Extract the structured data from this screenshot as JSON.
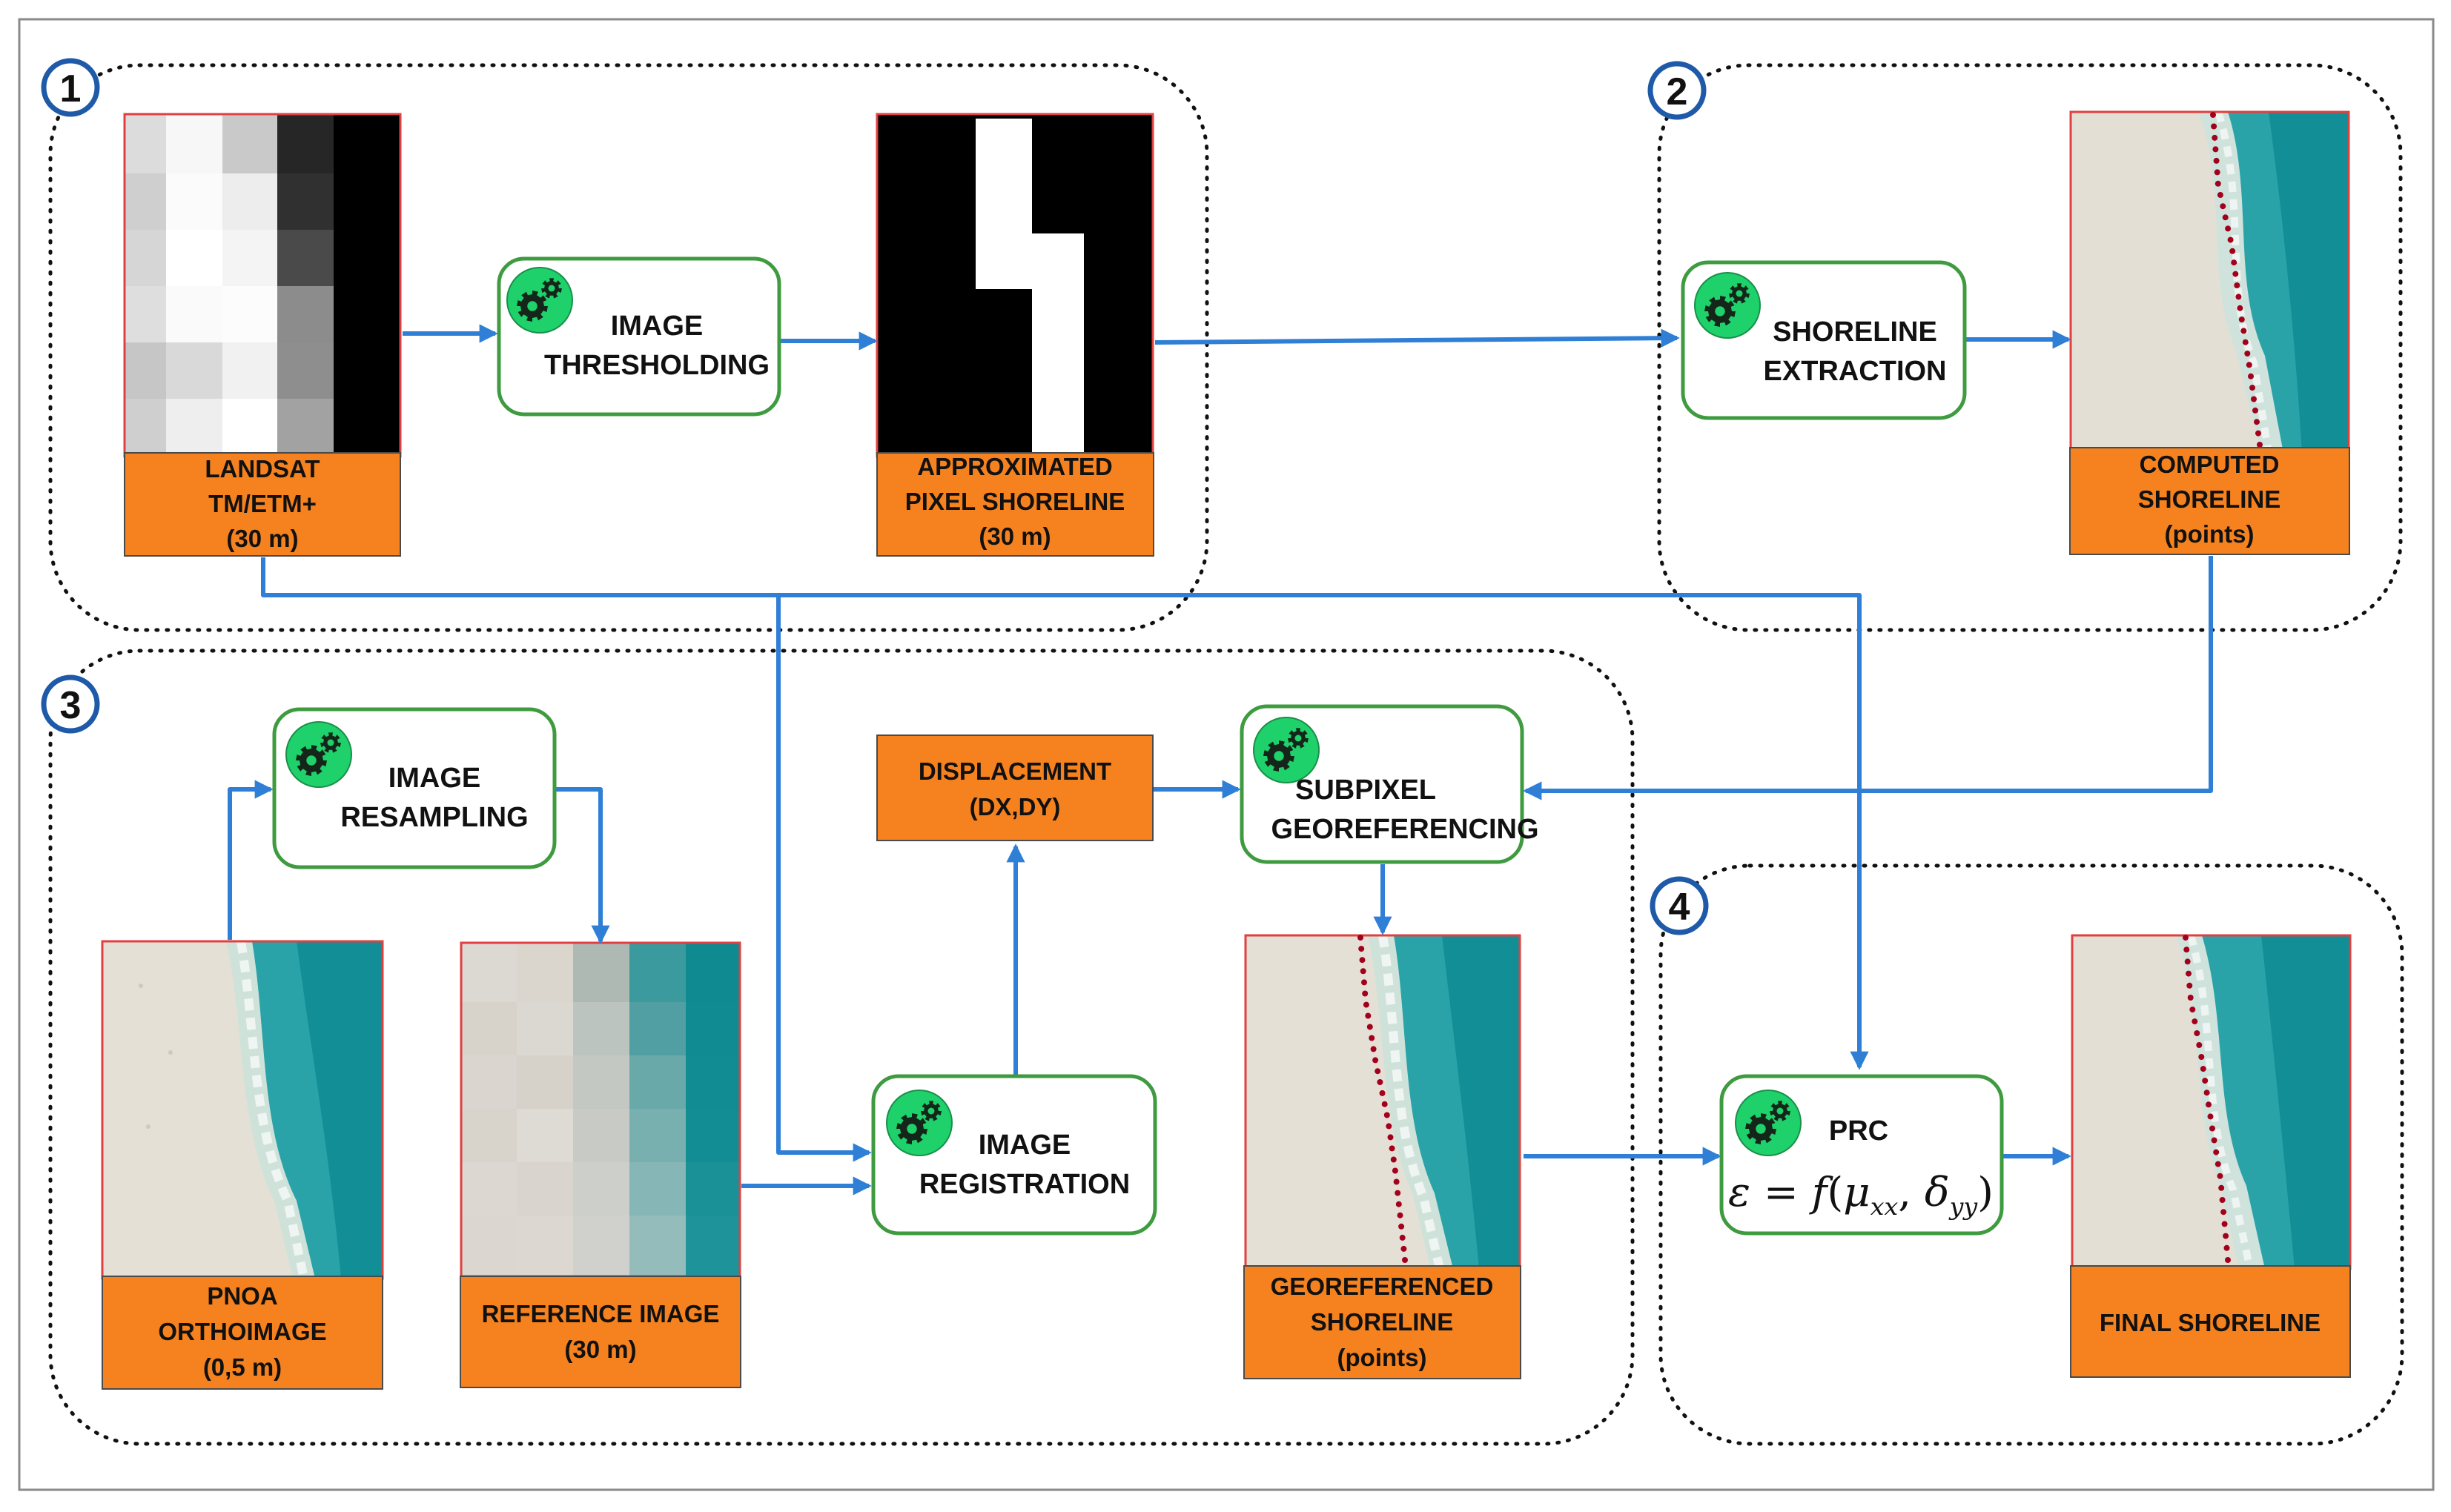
{
  "colors": {
    "arrow": "#2f7fd6",
    "output_box": "#f5821f",
    "process_border": "#3f9b3f",
    "gear_badge": "#1fd16a",
    "badge_border": "#1e5aa8",
    "sand": "#e2ddd2",
    "sea": "#138f96",
    "shoreline_points": "#a3001c"
  },
  "stages": [
    {
      "number": "1"
    },
    {
      "number": "2"
    },
    {
      "number": "3"
    },
    {
      "number": "4"
    }
  ],
  "process_icon": "gears-icon",
  "processes": {
    "image_thresholding": [
      "IMAGE",
      "THRESHOLDING"
    ],
    "shoreline_extraction": [
      "SHORELINE",
      "EXTRACTION"
    ],
    "image_resampling": [
      "IMAGE",
      "RESAMPLING"
    ],
    "subpixel_georeferencing": [
      "SUBPIXEL",
      "GEOREFERENCING"
    ],
    "image_registration": [
      "IMAGE",
      "REGISTRATION"
    ],
    "prc": {
      "title": "PRC",
      "formula": "ε = f(μxx, δyy)"
    }
  },
  "outputs": {
    "landsat": [
      "LANDSAT",
      "TM/ETM+",
      "(30 m)"
    ],
    "approximated": [
      "APPROXIMATED",
      "PIXEL SHORELINE",
      "(30 m)"
    ],
    "computed": [
      "COMPUTED",
      "SHORELINE",
      "(points)"
    ],
    "pnoa": [
      "PNOA",
      "ORTHOIMAGE",
      "(0,5 m)"
    ],
    "reference": [
      "REFERENCE IMAGE",
      "(30 m)"
    ],
    "displacement": [
      "DISPLACEMENT",
      "(DX,DY)"
    ],
    "georeferenced": [
      "GEOREFERENCED",
      "SHORELINE",
      "(points)"
    ],
    "final": [
      "FINAL SHORELINE"
    ]
  }
}
